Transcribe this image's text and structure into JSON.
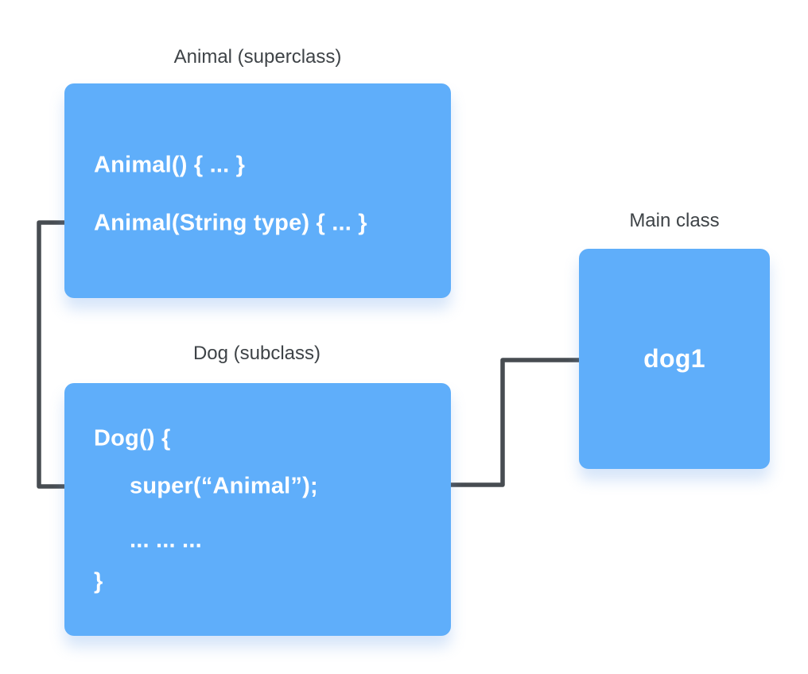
{
  "colors": {
    "box-blue": "#5FAEFA",
    "line-gray": "#474C51",
    "label-text": "#3E4347",
    "code-text": "#FFFFFF",
    "background": "#FFFFFF"
  },
  "diagram": {
    "animal": {
      "label": "Animal (superclass)",
      "lines": {
        "constructor_noarg": "Animal() { ... }",
        "constructor_string": "Animal(String type) { ... }"
      }
    },
    "dog": {
      "label": "Dog (subclass)",
      "lines": {
        "constructor": "Dog() {",
        "super_call": "super(“Animal”);",
        "ellipsis": "... ... ...",
        "closing_brace": "}"
      }
    },
    "main": {
      "label": "Main class",
      "reference": "dog1"
    },
    "connectors": [
      {
        "name": "arrow-super-to-animal-constructor",
        "from": "super(“Animal”);",
        "to": "Animal(String type) { ... }"
      },
      {
        "name": "arrow-dog1-to-super",
        "from": "dog1",
        "to": "super(“Animal”);"
      }
    ]
  }
}
